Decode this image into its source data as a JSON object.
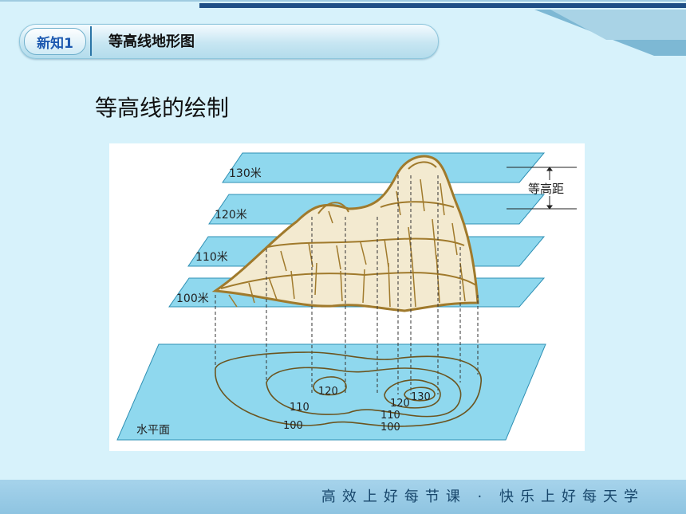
{
  "header": {
    "badge": "新知1",
    "section_title": "等高线地形图"
  },
  "subtitle": "等高线的绘制",
  "diagram": {
    "planes": [
      "130米",
      "120米",
      "110米",
      "100米"
    ],
    "interval_label": "等高距",
    "base_label": "水平面",
    "contours": [
      "130",
      "120",
      "120",
      "110",
      "110",
      "100",
      "100"
    ]
  },
  "footer": {
    "slogan": "高效上好每节课 · 快乐上好每天学"
  },
  "colors": {
    "background": "#d7f2fb",
    "plane": "#8fd8ee",
    "terrain": "#a07a2c",
    "accent": "#1d59b0"
  }
}
